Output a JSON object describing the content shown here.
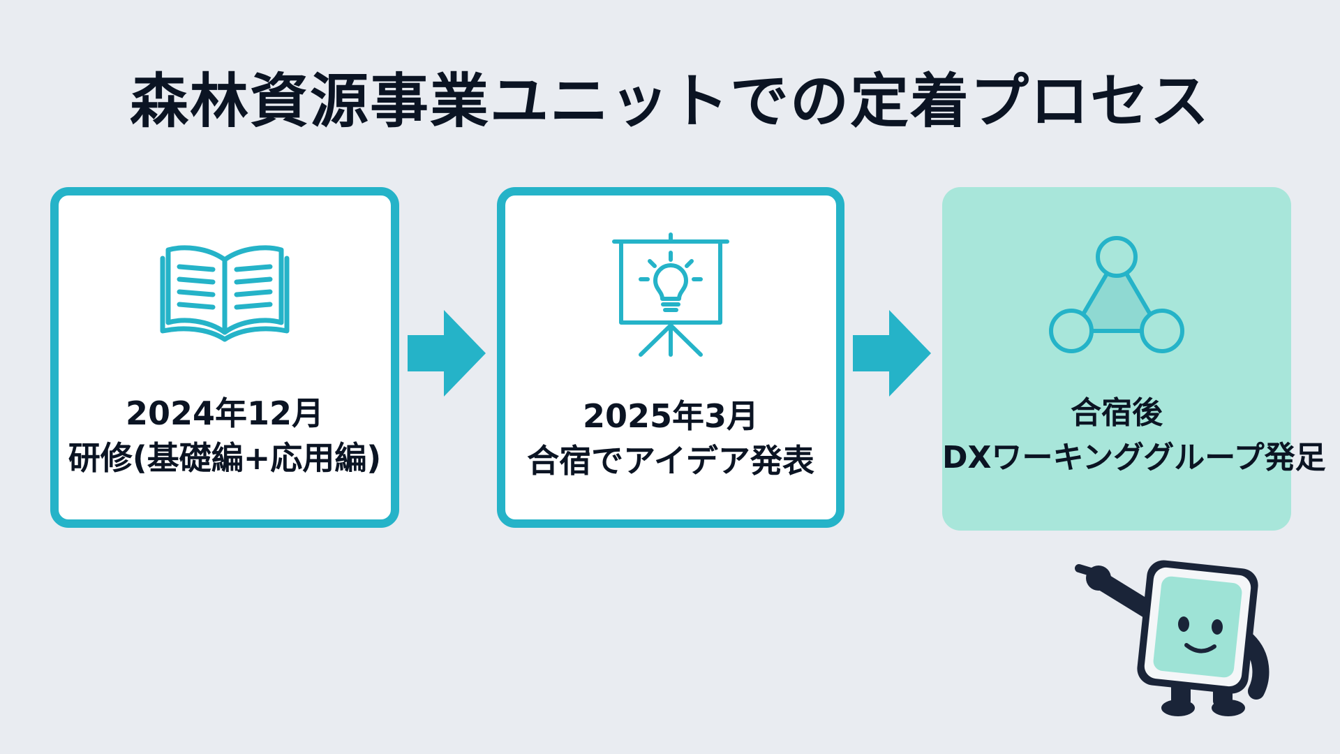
{
  "title": "森林資源事業ユニットでの定着プロセス",
  "steps": [
    {
      "line1": "2024年12月",
      "line2": "研修(基礎編+応用編)",
      "icon": "open-book-icon"
    },
    {
      "line1": "2025年3月",
      "line2": "合宿でアイデア発表",
      "icon": "presentation-lightbulb-icon"
    },
    {
      "line1": "合宿後",
      "line2": "DXワーキンググループ発足",
      "icon": "network-triangle-icon"
    }
  ],
  "colors": {
    "background": "#e9ecf1",
    "accent": "#25b3c8",
    "highlight_card": "#a8e6da",
    "text": "#0b1423"
  }
}
